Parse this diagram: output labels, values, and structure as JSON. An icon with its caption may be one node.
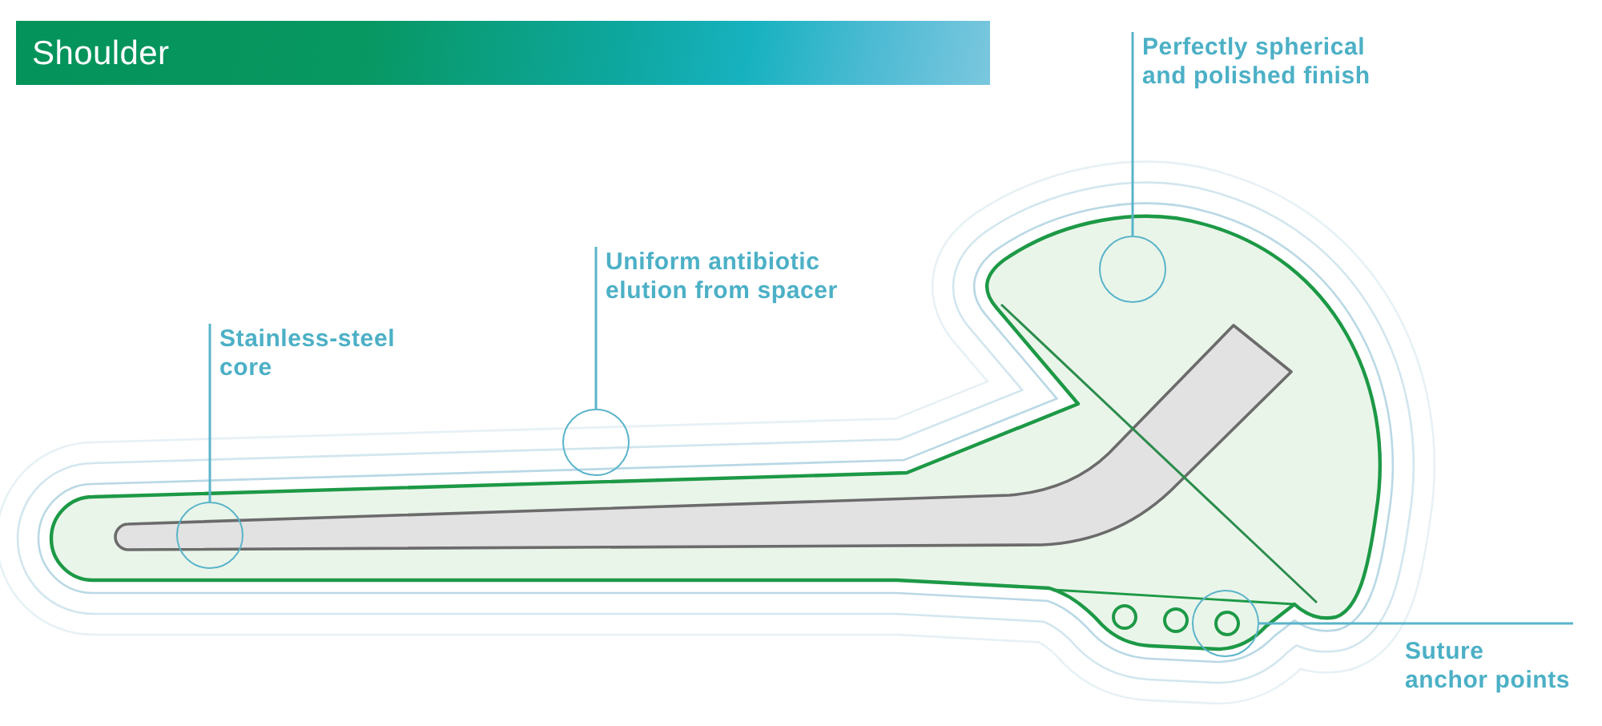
{
  "diagram": {
    "title": "Shoulder",
    "nodes": [
      {
        "text": [
          "Perfectly spherical and polished finish"
        ]
      },
      {
        "text": [],
        "shape": "circle"
      },
      {
        "text": [
          "Uniform antibiotic elution from spacer"
        ]
      },
      {
        "text": [],
        "shape": "circle"
      },
      {
        "text": [
          "Stainless-steel core"
        ]
      },
      {
        "text": [],
        "shape": "circle"
      },
      {
        "text": [
          "Suture anchor points"
        ]
      },
      {
        "text": [],
        "shape": "circle"
      }
    ],
    "edges": [
      {
        "from": 0,
        "to": 1,
        "arrow": "none"
      },
      {
        "from": 2,
        "to": 3,
        "arrow": "none"
      },
      {
        "from": 4,
        "to": 5,
        "arrow": "none"
      },
      {
        "from": 6,
        "to": 7,
        "arrow": "none"
      }
    ]
  }
}
